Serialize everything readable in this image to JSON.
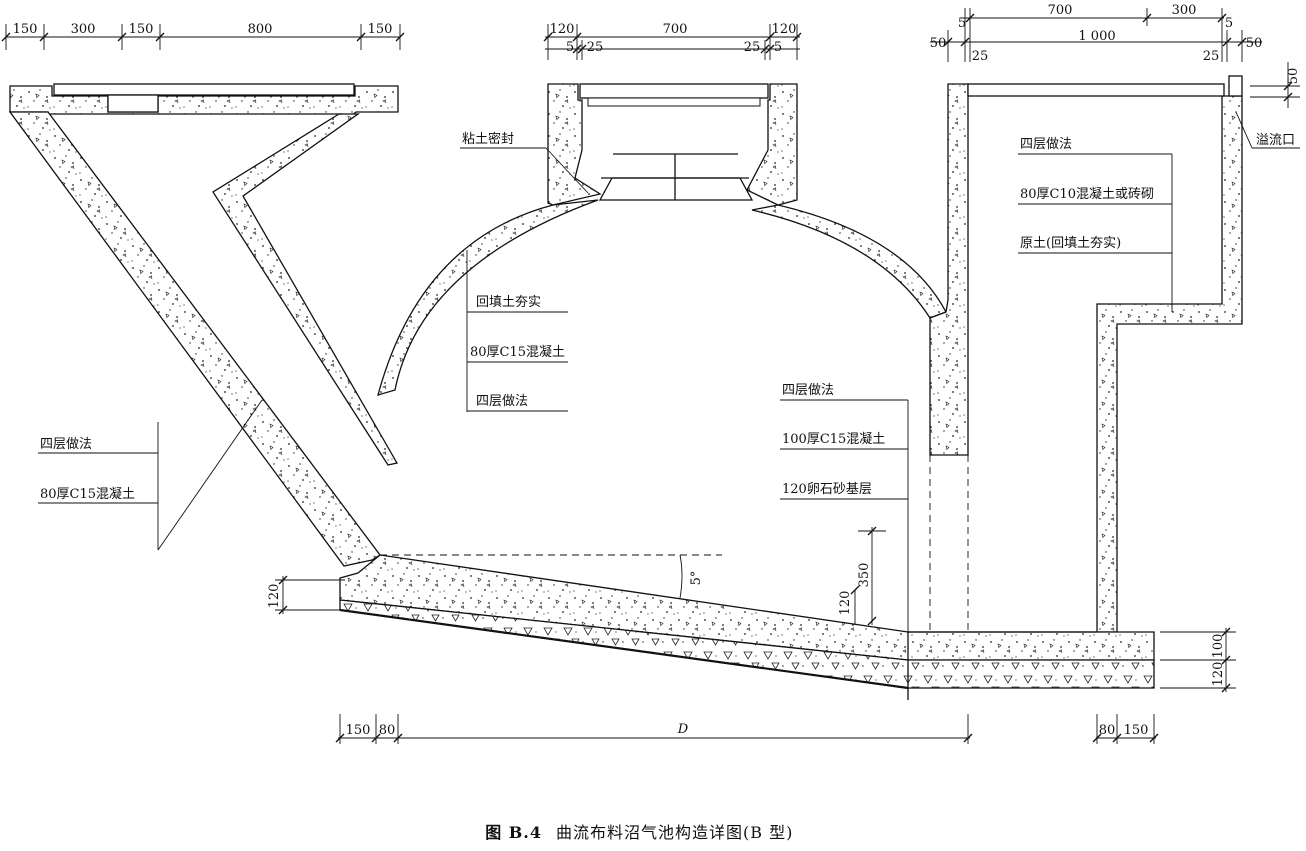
{
  "caption": {
    "prefix": "图 B.4",
    "title": "曲流布料沼气池构造详图(B 型)"
  },
  "top_left_dims": [
    "150",
    "300",
    "150",
    "800",
    "150"
  ],
  "top_mid_dims": {
    "upper": [
      "120",
      "700",
      "120"
    ],
    "lower": [
      "5",
      "25",
      "25",
      "5"
    ]
  },
  "top_right_dims": {
    "upper": [
      "5",
      "700",
      "300",
      "5"
    ],
    "middle": [
      "50",
      "1 000",
      "50"
    ],
    "lower": [
      "25",
      "25"
    ]
  },
  "right_vertical_dims": [
    "50"
  ],
  "labels": {
    "clay_seal": "粘土密封",
    "overflow": "溢流口",
    "left_callout": [
      "四层做法",
      "80厚C15混凝土"
    ],
    "dome_callout": [
      "回填土夯实",
      "80厚C15混凝土",
      "四层做法"
    ],
    "center_callout": [
      "四层做法",
      "100厚C15混凝土",
      "120卵石砂基层"
    ],
    "right_callout": [
      "四层做法",
      "80厚C10混凝土或砖砌",
      "原土(回填土夯实)"
    ]
  },
  "slope_dims": {
    "angle": "5°",
    "left_thickness": "120",
    "depth": "350",
    "inner_thickness": "120"
  },
  "right_base_dims": [
    "100",
    "120"
  ],
  "bottom_dims": [
    "150",
    "80",
    "D",
    "80",
    "150"
  ]
}
